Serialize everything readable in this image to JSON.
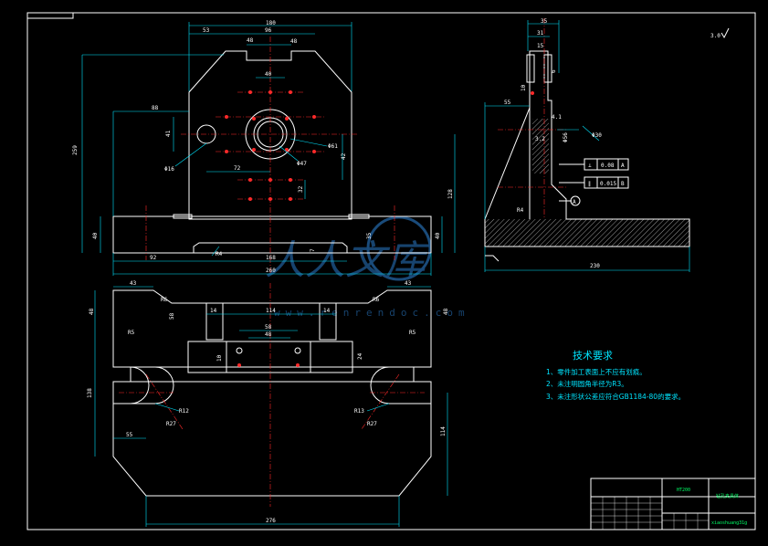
{
  "roughness_mark": "3.0",
  "technical_requirements": {
    "title": "技术要求",
    "items": [
      "1、零件加工表面上不应有划痕。",
      "2、未注明圆角半径为R3。",
      "3、未注形状公差应符合GB1184-80的要求。"
    ]
  },
  "title_block": {
    "material": "HT200",
    "part_name": "钻孔夹具体",
    "designer": "xiaoshuang31g"
  },
  "tolerance_frames": [
    {
      "symbol": "⊥",
      "value": "0.08",
      "datum": "A"
    },
    {
      "symbol": "∥",
      "value": "0.015",
      "datum": "B"
    }
  ],
  "datum_label": "A",
  "watermark": {
    "text": "人人文库",
    "url": "www.renrendoc.com"
  },
  "dims": {
    "front": {
      "top_width": "180",
      "w53": "53",
      "w96": "96",
      "w48a": "48",
      "w48b": "48",
      "w40": "40",
      "h259": "259",
      "w88": "88",
      "d41": "41",
      "phi61": "Φ61",
      "phi16": "Φ16",
      "phi47": "Φ47",
      "w72": "72",
      "h42": "42",
      "h32": "32",
      "h128": "128",
      "h40": "40",
      "w92": "92",
      "w168": "168",
      "w260": "260",
      "r14": "R4",
      "h35": "35",
      "h40r": "40",
      "h7": "7"
    },
    "side": {
      "w35": "35",
      "w31": "31",
      "w15": "15",
      "h10": "10",
      "h6": "6",
      "w55": "55",
      "d30": "Φ30",
      "r32": "3.2",
      "phi56": "Φ56",
      "w230": "230",
      "r4": "R4",
      "r17": "4.1"
    },
    "top": {
      "w43a": "43",
      "w43b": "43",
      "h48a": "48",
      "h48b": "48",
      "r60a": "R6",
      "r60b": "R6",
      "r65a": "R5",
      "r65b": "R5",
      "w114": "114",
      "w14a": "14",
      "w14b": "14",
      "w58": "58",
      "w48": "48",
      "h10": "10",
      "h24": "24",
      "h138": "138",
      "r12a": "R12",
      "r12b": "R13",
      "r27a": "R27",
      "r27b": "R27",
      "w55": "55",
      "h114": "114",
      "w276": "276",
      "h58": "58"
    }
  }
}
